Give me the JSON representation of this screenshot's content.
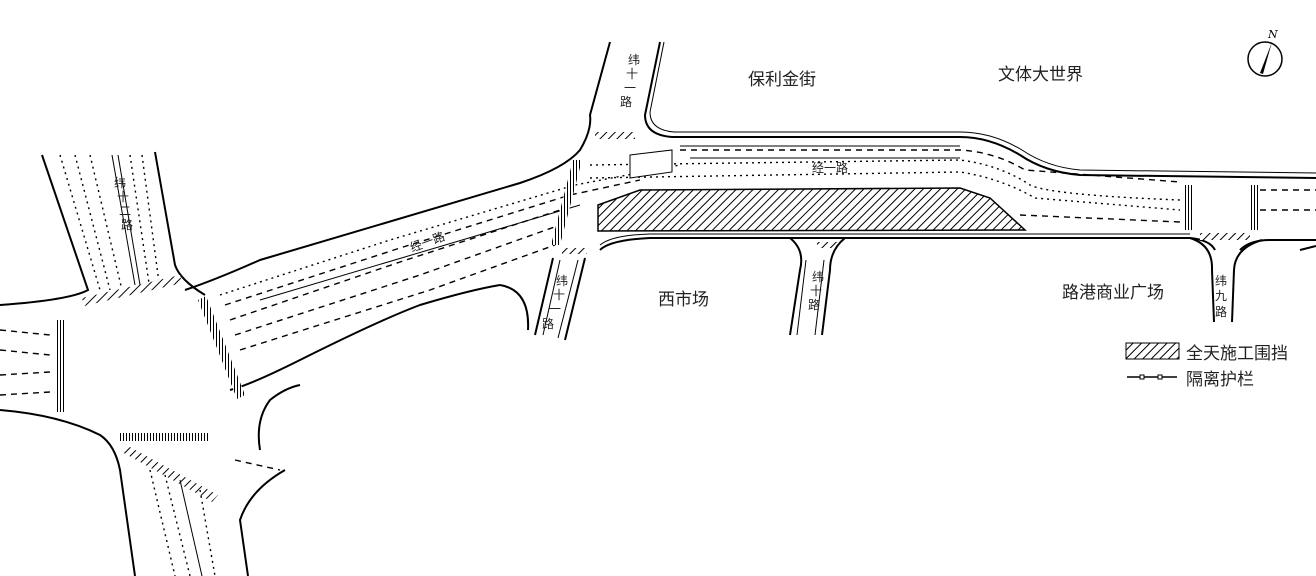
{
  "places": {
    "poly_street": "保利金街",
    "culture_world": "文体大世界",
    "west_market": "西市场",
    "port_plaza": "路港商业广场"
  },
  "roads": {
    "jing1_west": "经一路",
    "jing1_east": "经一路",
    "wei11_north": [
      "纬",
      "十",
      "一",
      "路"
    ],
    "wei11_south": [
      "纬",
      "十",
      "一",
      "路"
    ],
    "wei10": [
      "纬",
      "十",
      "路"
    ],
    "wei9": [
      "纬",
      "九",
      "路"
    ],
    "wei12": [
      "纬",
      "十",
      "二",
      "路"
    ]
  },
  "compass": {
    "label": "N"
  },
  "legend": {
    "construction_fence": "全天施工围挡",
    "isolation_barrier": "隔离护栏"
  }
}
